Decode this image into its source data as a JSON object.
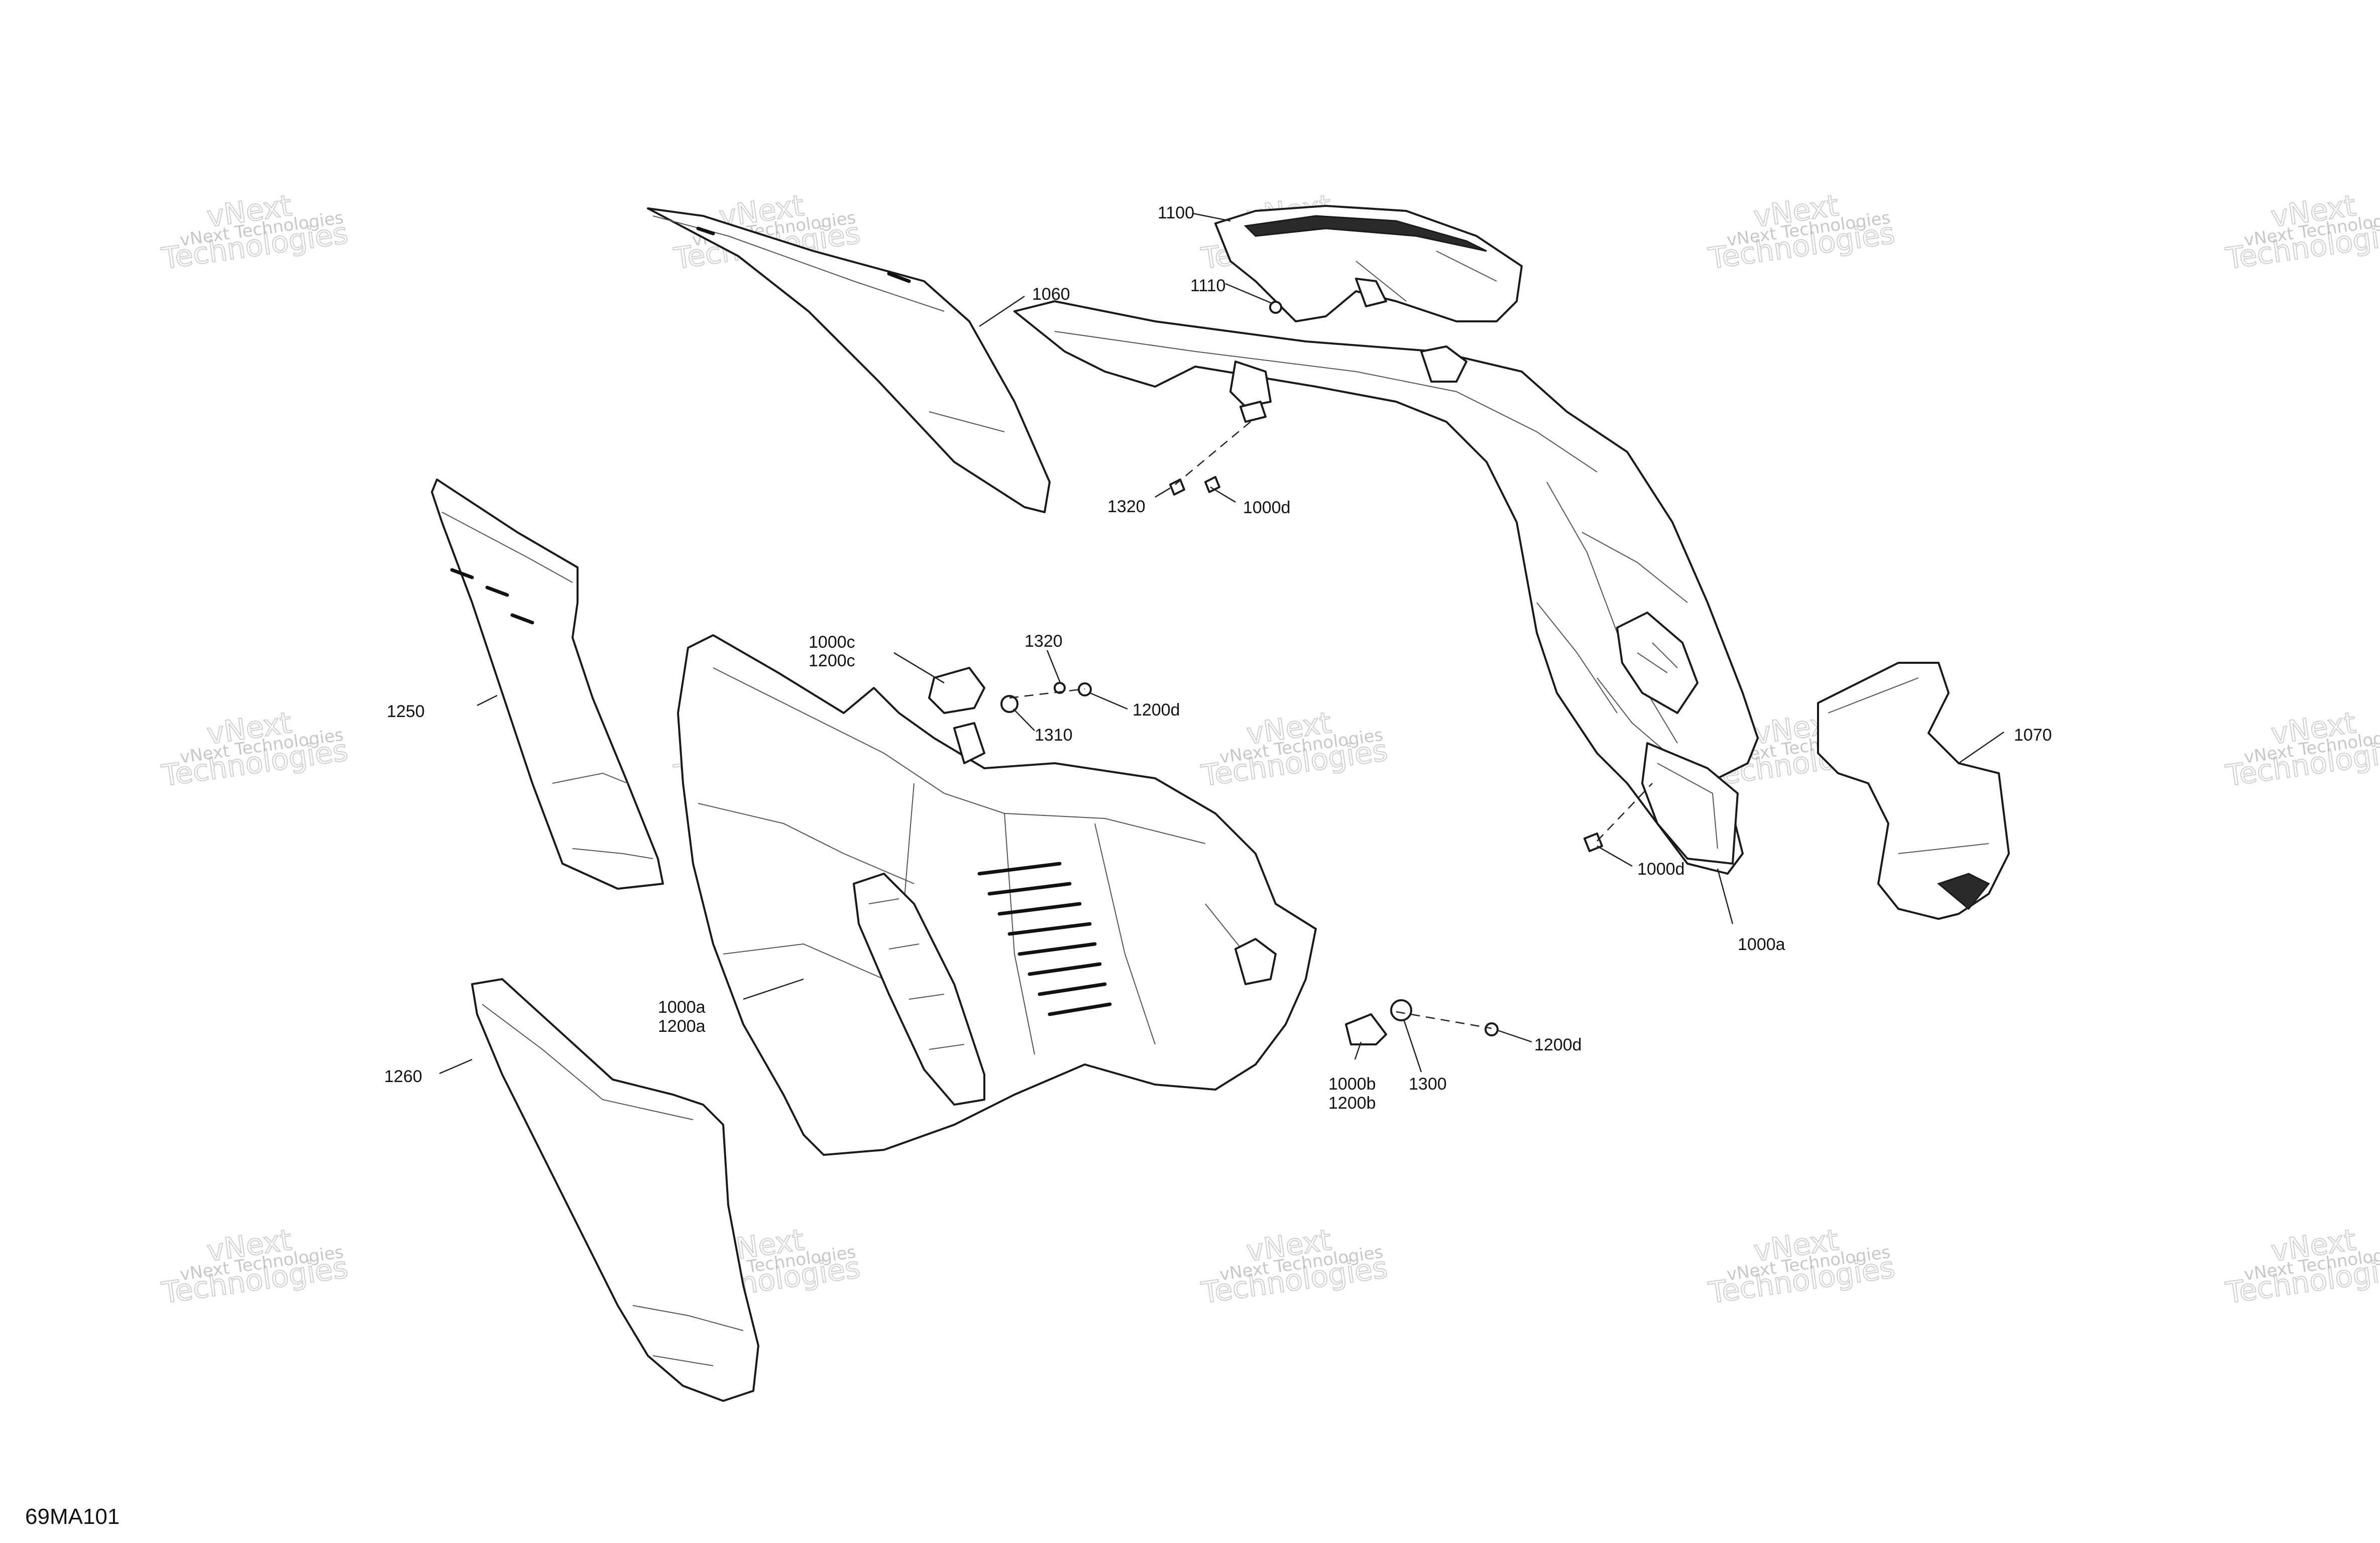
{
  "figure": {
    "id_label": "69MA101"
  },
  "watermark": {
    "line_a": "vNext Technologies",
    "line_b": "vNext",
    "line_c": "Technologies"
  },
  "callouts": {
    "c1100": "1100",
    "c1110": "1110",
    "c1060": "1060",
    "c1320_top": "1320",
    "c1000d_top": "1000d",
    "c1250": "1250",
    "c1000c": "1000c",
    "c1200c": "1200c",
    "c1320_mid": "1320",
    "c1200d_mid": "1200d",
    "c1310": "1310",
    "c1070": "1070",
    "c1000d_right": "1000d",
    "c1000a_right": "1000a",
    "c1000a_left": "1000a",
    "c1200a": "1200a",
    "c1260": "1260",
    "c1000b": "1000b",
    "c1200b": "1200b",
    "c1300": "1300",
    "c1200d_low": "1200d"
  }
}
